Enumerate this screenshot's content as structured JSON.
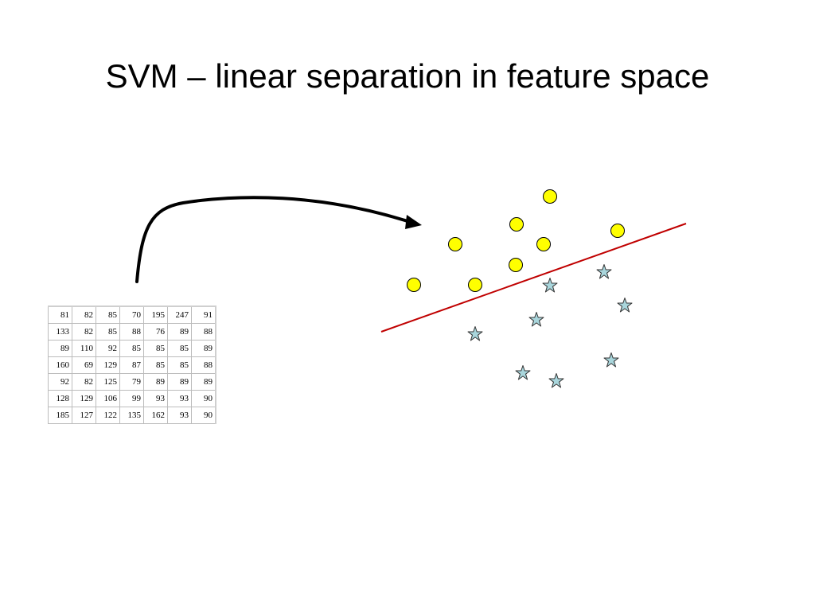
{
  "slide": {
    "title": "SVM – linear separation in feature space"
  },
  "table": {
    "rows": [
      [
        "81",
        "82",
        "85",
        "70",
        "195",
        "247",
        "91"
      ],
      [
        "133",
        "82",
        "85",
        "88",
        "76",
        "89",
        "88"
      ],
      [
        "89",
        "110",
        "92",
        "85",
        "85",
        "85",
        "89"
      ],
      [
        "160",
        "69",
        "129",
        "87",
        "85",
        "85",
        "88"
      ],
      [
        "92",
        "82",
        "125",
        "79",
        "89",
        "89",
        "89"
      ],
      [
        "128",
        "129",
        "106",
        "99",
        "93",
        "93",
        "90"
      ],
      [
        "185",
        "127",
        "122",
        "135",
        "162",
        "93",
        "90"
      ]
    ]
  },
  "colors": {
    "circle_fill": "#ffff00",
    "star_fill": "#a9d6dc",
    "separator_line": "#c00000",
    "arrow": "#000000"
  },
  "icons": {
    "class_a_marker": "circle-icon",
    "class_b_marker": "star-icon"
  }
}
